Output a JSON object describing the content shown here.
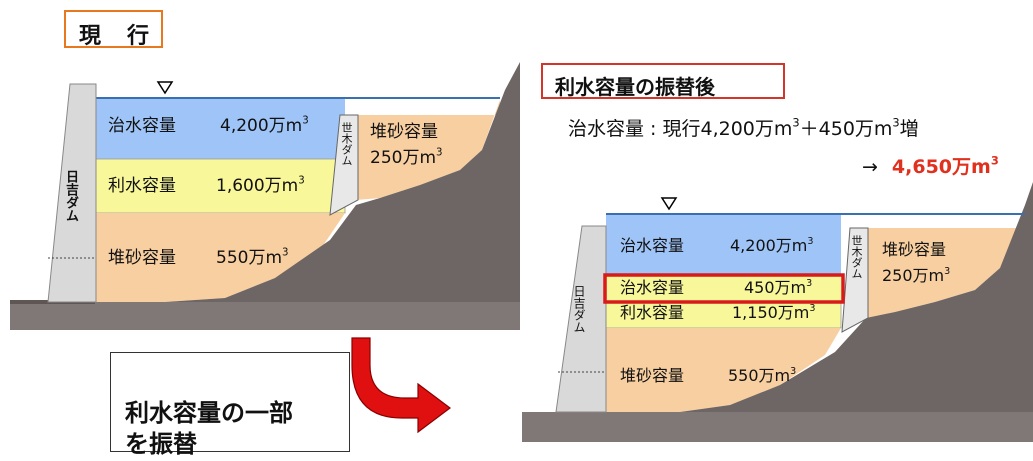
{
  "current": {
    "label": "現　行",
    "dam_name": "日吉ダム",
    "upstream_dam_name": "世木ダム",
    "layers": [
      {
        "name": "治水容量",
        "volume": "4,200万m",
        "exp": "3",
        "color": "#9fc5f8"
      },
      {
        "name": "利水容量",
        "volume": "1,600万m",
        "exp": "3",
        "color": "#f8f79a"
      },
      {
        "name": "堆砂容量",
        "volume": "550万m",
        "exp": "3",
        "color": "#f8cfa0"
      }
    ],
    "upstream": {
      "name": "堆砂容量",
      "volume": "250万m",
      "exp": "3"
    }
  },
  "after": {
    "label": "利水容量の振替後",
    "summary_prefix": "治水容量 : 現行4,200万m",
    "summary_exp1": "3",
    "summary_mid": "＋450万m",
    "summary_exp2": "3",
    "summary_suffix": "増",
    "result_arrow": "→",
    "result_value": "4,650万m",
    "result_exp": "3",
    "result_color": "#e0301e",
    "dam_name": "日吉ダム",
    "upstream_dam_name": "世木ダム",
    "layers": [
      {
        "name": "治水容量",
        "volume": "4,200万m",
        "exp": "3"
      },
      {
        "name": "治水容量",
        "volume": "450万m",
        "exp": "3"
      },
      {
        "name": "利水容量",
        "volume": "1,150万m",
        "exp": "3"
      },
      {
        "name": "堆砂容量",
        "volume": "550万m",
        "exp": "3"
      }
    ],
    "upstream": {
      "name": "堆砂容量",
      "volume": "250万m",
      "exp": "3"
    }
  },
  "transfer_note": "利水容量の一部\nを振替",
  "colors": {
    "flood": "#9fc5f8",
    "water_use": "#f8f79a",
    "sediment": "#f8cfa0",
    "ground": "#7a7370",
    "ground_dark": "#5e5654",
    "dam": "#d8d8d8",
    "label_border_orange": "#e8781e",
    "label_border_red": "#d2362a",
    "arrow_red": "#e01010"
  },
  "icons": [
    "water-level-triangle-icon",
    "curved-arrow-icon"
  ]
}
